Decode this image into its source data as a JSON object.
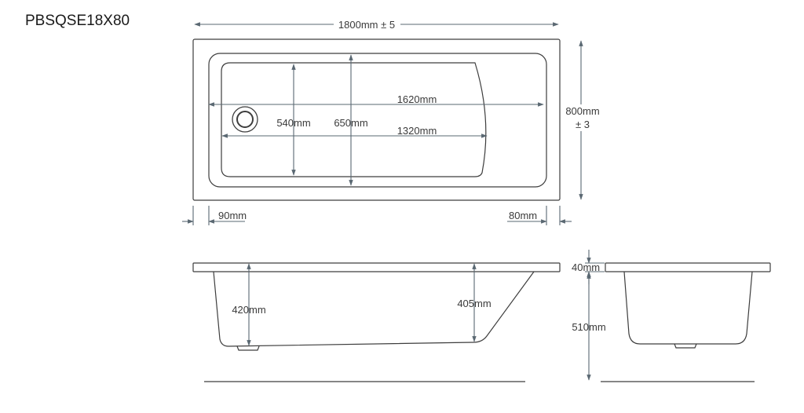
{
  "product_code": "PBSQSE18X80",
  "plan": {
    "overall_length": "1800mm ± 5",
    "overall_width_line1": "800mm",
    "overall_width_line2": "± 3",
    "inner_length_top": "1620mm",
    "inner_length_bottom": "1320mm",
    "inner_width_floor": "540mm",
    "inner_width_top": "650mm",
    "left_rim": "90mm",
    "right_rim": "80mm"
  },
  "side_elevation": {
    "depth_left": "420mm",
    "depth_right": "405mm"
  },
  "end_elevation": {
    "rim_thickness": "40mm",
    "overall_height": "510mm"
  },
  "colors": {
    "outline": "#3d3d3d",
    "dimension": "#5a6872",
    "text": "#3a3a3a"
  }
}
